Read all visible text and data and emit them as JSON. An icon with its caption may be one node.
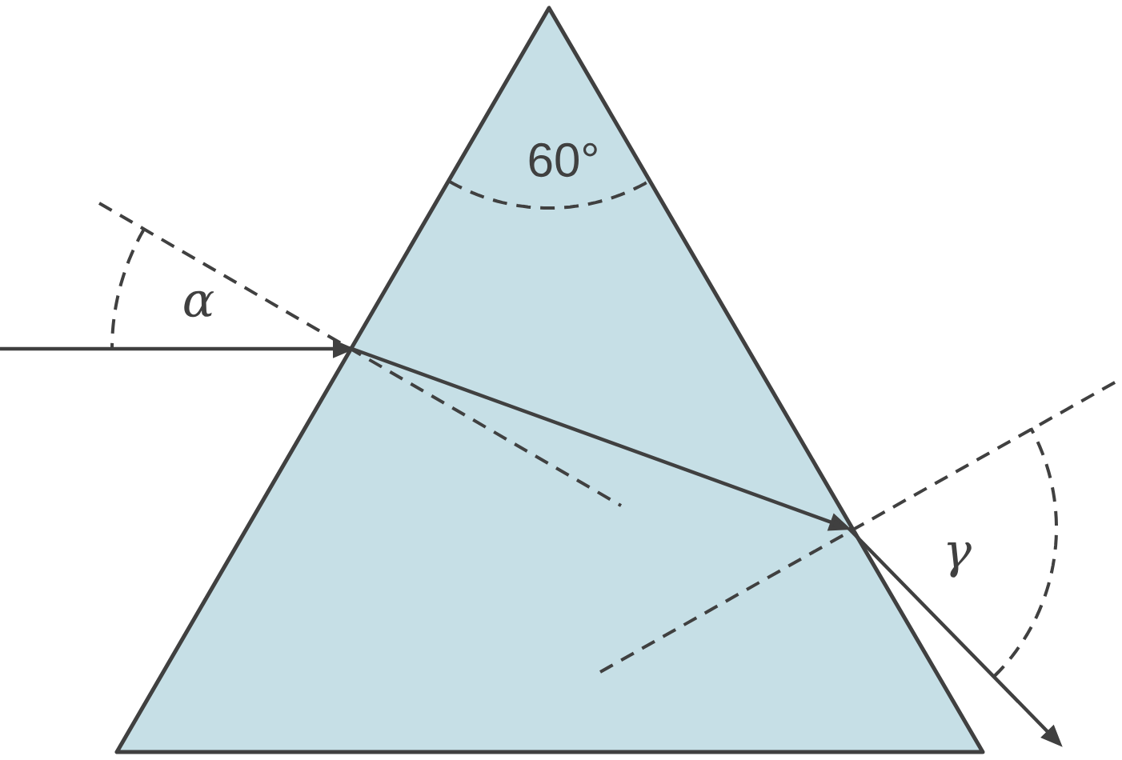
{
  "diagram": {
    "labels": [
      "60°",
      "α",
      "γ"
    ]
  }
}
